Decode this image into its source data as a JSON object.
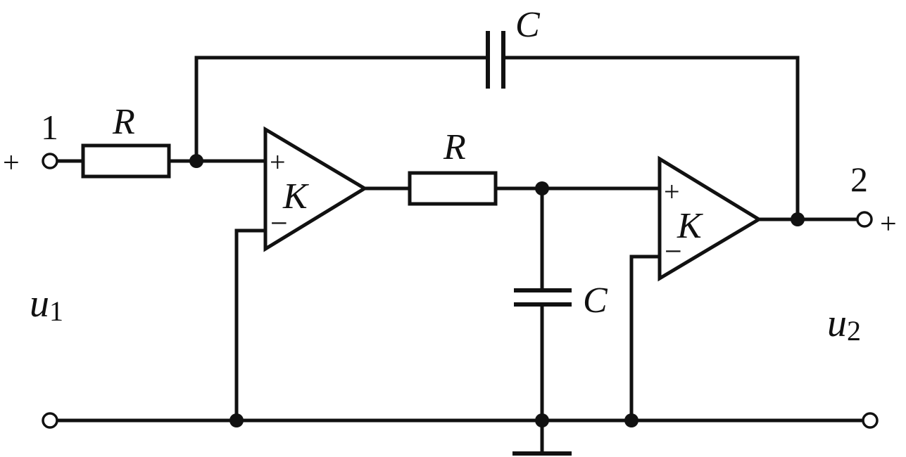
{
  "nodes": {
    "input_terminal": "1",
    "output_terminal": "2"
  },
  "polarity": {
    "input_plus": "+",
    "output_plus": "+"
  },
  "components": {
    "input_resistor": "R",
    "middle_resistor": "R",
    "feedback_capacitor": "C",
    "shunt_capacitor": "C",
    "amp1_gain": "K",
    "amp2_gain": "K",
    "amp_noninverting_sign": "+",
    "amp_inverting_sign": "−"
  },
  "signals": {
    "input_voltage_base": "u",
    "input_voltage_sub": "1",
    "output_voltage_base": "u",
    "output_voltage_sub": "2"
  }
}
